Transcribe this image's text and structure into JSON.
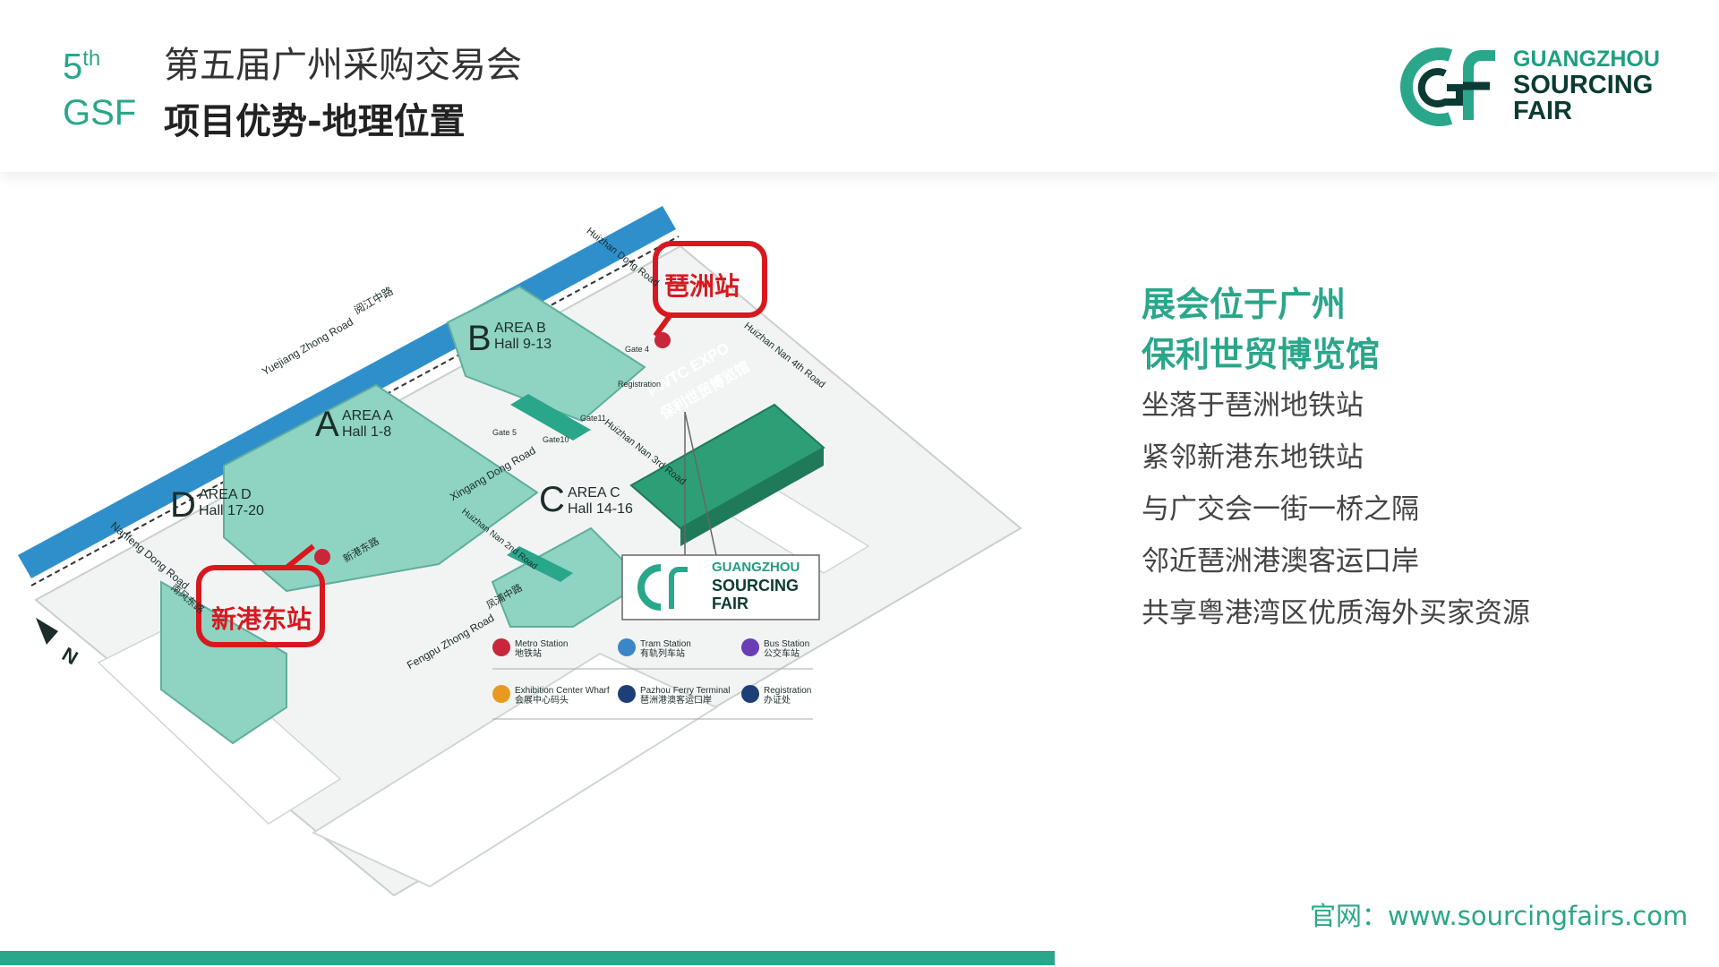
{
  "header": {
    "edition_num": "5",
    "edition_sup": "th",
    "edition_code": "GSF",
    "title": "第五届广州采购交易会",
    "subtitle": "项目优势-地理位置"
  },
  "logo": {
    "line1": "GUANGZHOU",
    "line2": "SOURCING",
    "line3": "FAIR"
  },
  "info": {
    "heading_line1": "展会位于广州",
    "heading_line2": "保利世贸博览馆",
    "points": [
      "坐落于琶洲地铁站",
      "紧邻新港东地铁站",
      "与广交会一街一桥之隔",
      "邻近琶洲港澳客运口岸",
      "共享粤港湾区优质海外买家资源"
    ]
  },
  "website": "官网：www.sourcingfairs.com",
  "map": {
    "callouts": {
      "pazhou": "琶洲站",
      "xingang": "新港东站"
    },
    "areas": {
      "a_letter": "A",
      "a_name": "AREA A",
      "a_halls": "Hall 1-8",
      "b_letter": "B",
      "b_name": "AREA B",
      "b_halls": "Hall 9-13",
      "c_letter": "C",
      "c_name": "AREA C",
      "c_halls": "Hall 14-16",
      "d_letter": "D",
      "d_name": "AREA D",
      "d_halls": "Hall 17-20"
    },
    "pwtc": {
      "en": "PWTC EXPO",
      "zh": "保利世贸博览馆"
    },
    "roads": {
      "yuejiang": "Yuejiang Zhong Road",
      "yuejiang_zh": "阅江中路",
      "huizhan_dong": "Huizhan Dong Road",
      "huizhan_4th": "Huizhan Nan 4th Road",
      "huizhan_3rd": "Huizhan Nan 3rd Road",
      "huizhan_2nd": "Huizhan Nan 2nd Road",
      "xingang": "Xingang Dong Road",
      "xingang_zh": "新港东路",
      "fengpu": "Fengpu Zhong Road",
      "fengpu_zh": "凤浦中路",
      "nanfeng": "Nanfeng Dong Road",
      "nanfeng_zh": "南风东路"
    },
    "gates": {
      "g4": "Gate 4",
      "g5": "Gate 5",
      "g11": "Gate11",
      "g10": "Gate10"
    },
    "registration": "Registration",
    "compass": "N",
    "inset_logo": {
      "line1": "GUANGZHOU",
      "line2": "SOURCING",
      "line3": "FAIR"
    },
    "legend": [
      {
        "en": "Metro Station",
        "zh": "地铁站",
        "color": "#c8263a"
      },
      {
        "en": "Tram Station",
        "zh": "有轨列车站",
        "color": "#3b86c9"
      },
      {
        "en": "Bus Station",
        "zh": "公交车站",
        "color": "#6a3fb5"
      },
      {
        "en": "Exhibition Center Wharf",
        "zh": "会展中心码头",
        "color": "#e89a20"
      },
      {
        "en": "Pazhou Ferry Terminal",
        "zh": "琶洲港澳客运口岸",
        "color": "#1d3f78"
      },
      {
        "en": "Registration",
        "zh": "办证处",
        "color": "#1d3f78"
      }
    ]
  },
  "colors": {
    "accent": "#2aa68a",
    "callout": "#d7191f",
    "hall": "#8fd3c2",
    "pwtc": "#2e9e77"
  }
}
